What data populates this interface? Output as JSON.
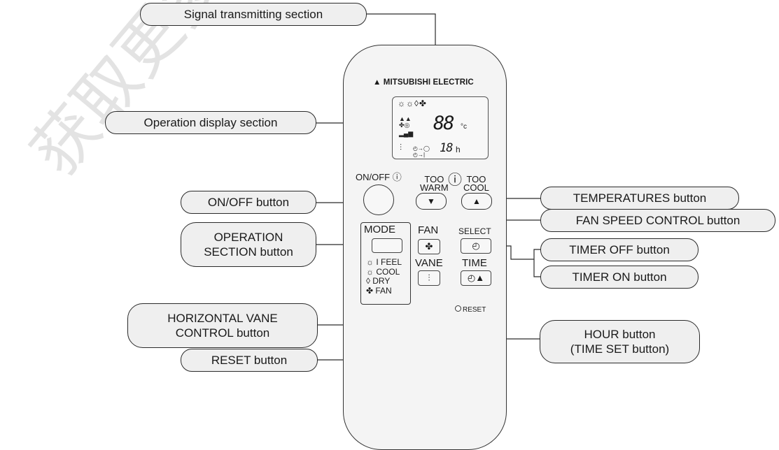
{
  "watermark": {
    "text": "获取更多"
  },
  "callouts": {
    "signal": "Signal transmitting section",
    "display": "Operation display section",
    "onoff": "ON/OFF button",
    "operation_line1": "OPERATION",
    "operation_line2": "SECTION button",
    "horizontal_line1": "HORIZONTAL VANE",
    "horizontal_line2": "CONTROL button",
    "reset": "RESET button",
    "temperatures": "TEMPERATURES button",
    "fan_speed": "FAN SPEED CONTROL button",
    "timer_off": "TIMER OFF button",
    "timer_on": "TIMER ON button",
    "hour_line1": "HOUR button",
    "hour_line2": "(TIME SET button)"
  },
  "remote": {
    "brand": "MITSUBISHI ELECTRIC",
    "brand_mark": "▲",
    "display": {
      "mode_icons": "☼☼◊✤",
      "temp": "88",
      "temp_unit": "°c",
      "hours": "18",
      "hours_unit": "h"
    },
    "labels": {
      "onoff": "ON/OFF ⓘ",
      "too_warm_1": "TOO",
      "too_warm_2": "WARM",
      "too_cool_1": "TOO",
      "too_cool_2": "COOL",
      "thermo": "ⓘ",
      "mode": "MODE",
      "fan": "FAN",
      "select": "SELECT",
      "vane": "VANE",
      "time": "TIME",
      "reset": "RESET"
    },
    "buttons": {
      "down_glyph": "▼",
      "up_glyph": "▲",
      "fan_glyph": "✤",
      "vane_glyph": "⫶",
      "select_glyph": "◴",
      "time_glyph": "◴▲"
    },
    "mode_list": [
      "☼ I FEEL",
      "☼ COOL",
      "◊ DRY",
      "✤ FAN"
    ]
  }
}
